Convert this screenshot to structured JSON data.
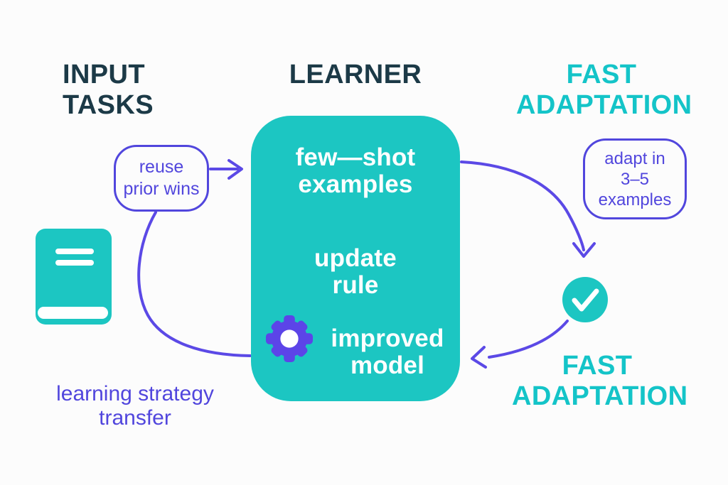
{
  "headings": {
    "input_tasks": {
      "line1": "INPUT",
      "line2": "TASKS"
    },
    "learner": "LEARNER",
    "fast_adaptation_top": {
      "line1": "FAST",
      "line2": "ADAPTATION"
    },
    "fast_adaptation_bottom": {
      "line1": "FAST",
      "line2": "ADAPTATION"
    }
  },
  "pills": {
    "reuse_prior_wins": {
      "line1": "reuse",
      "line2": "prior wins"
    },
    "adapt_examples": {
      "line1": "adapt in",
      "line2": "3–5",
      "line3": "examples"
    }
  },
  "learner_box": {
    "few_shot": {
      "line1": "few—shot",
      "line2": "examples"
    },
    "update_rule": {
      "line1": "update",
      "line2": "rule"
    },
    "improved_model": {
      "line1": "improved",
      "line2": "model"
    }
  },
  "caption": {
    "line1": "learning strategy",
    "line2": "transfer"
  },
  "icons": {
    "book": "book-icon",
    "gear": "gear-icon",
    "check": "check-icon"
  },
  "colors": {
    "background": "#fcfcfc",
    "teal_shape": "#1cc6c2",
    "teal_heading": "#14c4c8",
    "purple_stroke": "#5b49e6",
    "purple_text": "#5146dd",
    "purple_gear": "#5c44e8",
    "navy": "#1c3a47",
    "white": "#ffffff"
  }
}
